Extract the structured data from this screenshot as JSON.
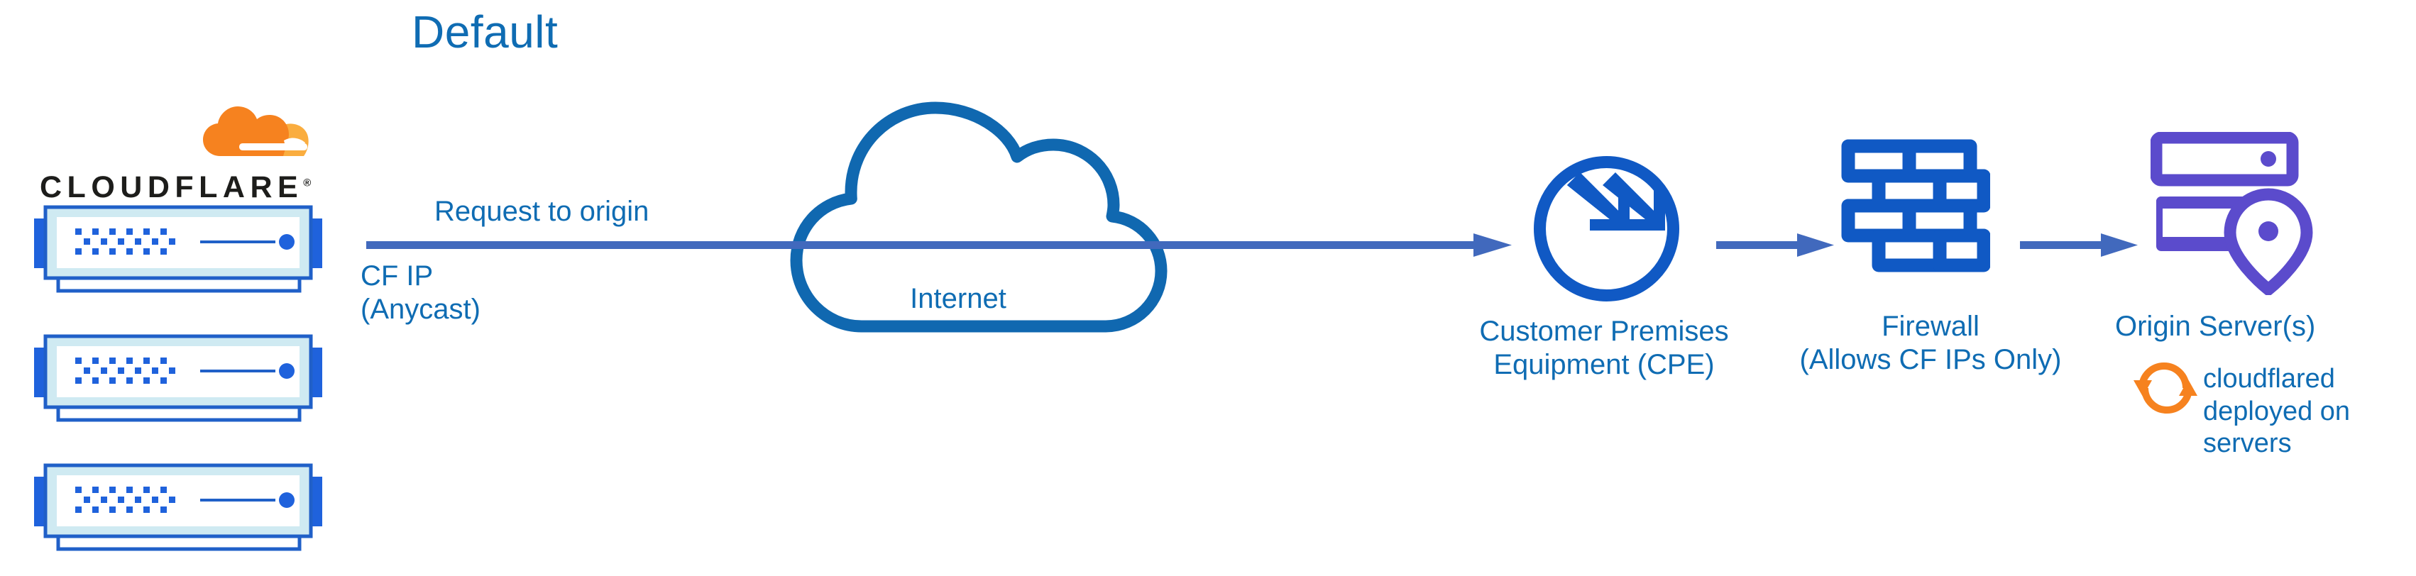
{
  "title": "Default",
  "colors": {
    "label_blue": "#0f6cb3",
    "icon_blue": "#1059c4",
    "arrow_blue": "#4169bd",
    "cloud_stroke": "#1068b0",
    "server_border": "#2060c8",
    "server_inner": "#cfeaf2",
    "purple": "#5b4bcc",
    "orange": "#f6821f",
    "orange_light": "#faad3f",
    "wordmark_black": "#1d1d1b"
  },
  "brand": {
    "name": "CLOUDFLARE",
    "registered_mark": "®",
    "mark_icon": "cloudflare-cloud-logo-icon"
  },
  "servers": {
    "icon": "server-rack-icon",
    "count": 3
  },
  "flow": {
    "request_label": "Request to origin",
    "cf_ip_label": "CF IP\n(Anycast)",
    "cf_ip_line1": "CF IP",
    "cf_ip_line2": "(Anycast)",
    "arrows": [
      {
        "name": "arrow-origin-request",
        "from": "cloudflare-edge",
        "to": "cpe"
      },
      {
        "name": "arrow-cpe-to-firewall",
        "from": "cpe",
        "to": "firewall"
      },
      {
        "name": "arrow-firewall-to-origin",
        "from": "firewall",
        "to": "origin-server"
      }
    ]
  },
  "nodes": {
    "internet": {
      "label": "Internet",
      "icon": "cloud-icon"
    },
    "cpe": {
      "label_line1": "Customer Premises",
      "label_line2": "Equipment (CPE)",
      "icon": "router-four-arrows-icon"
    },
    "firewall": {
      "label_line1": "Firewall",
      "label_line2": "(Allows CF IPs Only)",
      "icon": "brick-wall-icon"
    },
    "origin": {
      "label": "Origin Server(s)",
      "icon": "server-with-location-pin-icon"
    }
  },
  "annotation": {
    "icon": "sync-refresh-icon",
    "line1": "cloudflared",
    "line2": "deployed on",
    "line3": "servers"
  }
}
